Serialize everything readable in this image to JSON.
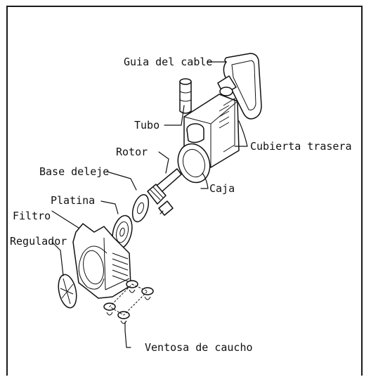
{
  "labels": {
    "cable_guide": "Guia del cable",
    "tube": "Tubo",
    "back_cover": "Cubierta trasera",
    "rotor": "Rotor",
    "axis_base": "Base deleje",
    "housing": "Caja",
    "plate": "Platina",
    "filter": "Filtro",
    "regulator": "Regulador",
    "suction_cup": "Ventosa de caucho"
  }
}
